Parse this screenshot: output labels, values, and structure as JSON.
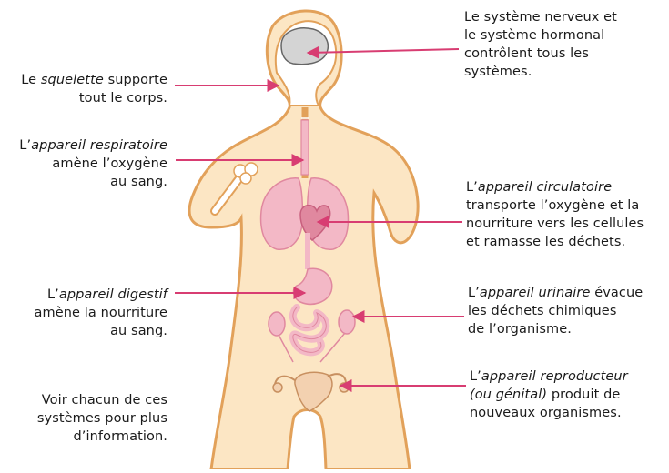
{
  "labels": {
    "skeleton": {
      "lines": [
        {
          "pre": "Le ",
          "em": "squelette",
          "post": " supporte"
        },
        {
          "pre": "tout le corps.",
          "em": "",
          "post": ""
        }
      ]
    },
    "nervous": {
      "lines": [
        {
          "pre": "Le système nerveux et",
          "em": "",
          "post": ""
        },
        {
          "pre": "le système hormonal",
          "em": "",
          "post": ""
        },
        {
          "pre": "contrôlent tous les",
          "em": "",
          "post": ""
        },
        {
          "pre": "systèmes.",
          "em": "",
          "post": ""
        }
      ]
    },
    "respiratory": {
      "lines": [
        {
          "pre": "L’",
          "em": "appareil respiratoire",
          "post": ""
        },
        {
          "pre": "amène l’oxygène",
          "em": "",
          "post": ""
        },
        {
          "pre": "au sang.",
          "em": "",
          "post": ""
        }
      ]
    },
    "circulatory": {
      "lines": [
        {
          "pre": "L’",
          "em": "appareil circulatoire",
          "post": ""
        },
        {
          "pre": "transporte l’oxygène et la",
          "em": "",
          "post": ""
        },
        {
          "pre": "nourriture vers les cellules",
          "em": "",
          "post": ""
        },
        {
          "pre": "et ramasse les déchets.",
          "em": "",
          "post": ""
        }
      ]
    },
    "digestive": {
      "lines": [
        {
          "pre": "L’",
          "em": "appareil digestif",
          "post": ""
        },
        {
          "pre": "amène la nourriture",
          "em": "",
          "post": ""
        },
        {
          "pre": "au sang.",
          "em": "",
          "post": ""
        }
      ]
    },
    "urinary": {
      "lines": [
        {
          "pre": "L’",
          "em": "appareil urinaire",
          "post": " évacue"
        },
        {
          "pre": "les déchets chimiques",
          "em": "",
          "post": ""
        },
        {
          "pre": "de l’organisme.",
          "em": "",
          "post": ""
        }
      ]
    },
    "see_each": {
      "lines": [
        {
          "pre": "Voir chacun de ces",
          "em": "",
          "post": ""
        },
        {
          "pre": "systèmes pour plus",
          "em": "",
          "post": ""
        },
        {
          "pre": "d’information.",
          "em": "",
          "post": ""
        }
      ]
    },
    "reproductive": {
      "lines": [
        {
          "pre": "L’",
          "em": "appareil reproducteur",
          "post": ""
        },
        {
          "pre": "",
          "em": "(ou génital)",
          "post": " produit de"
        },
        {
          "pre": "nouveaux organismes.",
          "em": "",
          "post": ""
        }
      ]
    }
  },
  "colors": {
    "skin": "#fce6c4",
    "outline": "#e2a15a",
    "organ": "#f3b8c6",
    "organ_dark": "#e0889f",
    "arrow": "#d83d72",
    "brain": "#d4d4d4",
    "bone": "#ffffff"
  }
}
